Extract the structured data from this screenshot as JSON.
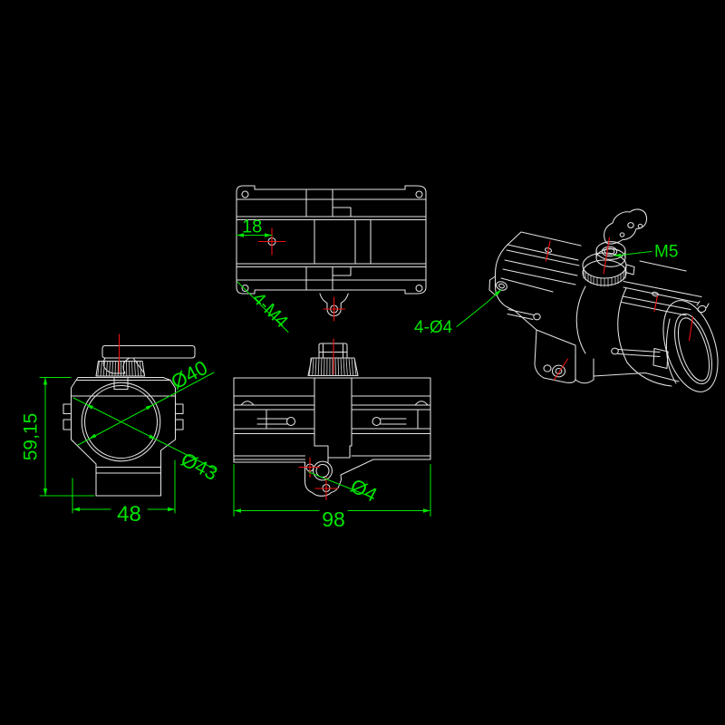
{
  "colors": {
    "background": "#000000",
    "geometry_lines": "#e3e3e3",
    "dimension_green": "#00e400",
    "centerline_red": "#ef1111"
  },
  "views": {
    "top": {
      "offset_dim": "18",
      "thread_callout": "4-M4"
    },
    "front": {
      "width_dim": "98",
      "hole_callout": "Ø4"
    },
    "side": {
      "height_dim": "59,15",
      "width_dim": "48",
      "inner_dia": "Ø40",
      "outer_dia": "Ø43"
    },
    "iso": {
      "thread_callout": "M5",
      "holes_callout": "4-Ø4"
    }
  }
}
